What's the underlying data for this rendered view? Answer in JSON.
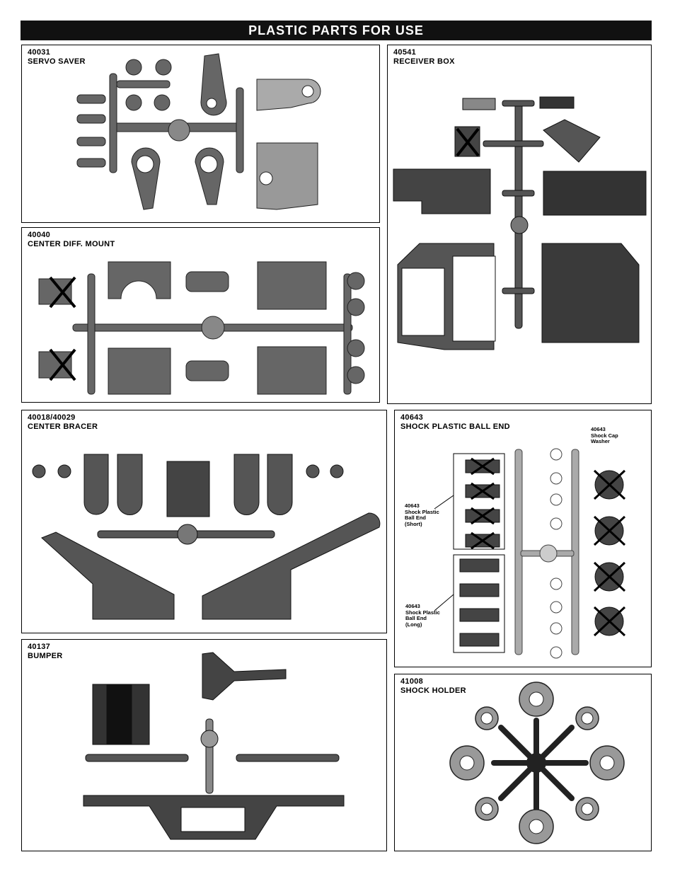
{
  "page": {
    "title": "PLASTIC PARTS FOR USE"
  },
  "panels": [
    {
      "code": "40031",
      "name": "SERVO SAVER"
    },
    {
      "code": "40541",
      "name": "RECEIVER BOX"
    },
    {
      "code": "40040",
      "name": "CENTER DIFF. MOUNT"
    },
    {
      "code": "40018/40029",
      "name": "CENTER BRACER"
    },
    {
      "code": "40643",
      "name": "SHOCK PLASTIC BALL END"
    },
    {
      "code": "40137",
      "name": "BUMPER"
    },
    {
      "code": "41008",
      "name": "SHOCK HOLDER"
    }
  ],
  "callouts": {
    "cap_washer": {
      "code": "40643",
      "line1": "Shock Cap",
      "line2": "Washer"
    },
    "ball_short": {
      "code": "40643",
      "line1": "Shock Plastic",
      "line2": "Ball End",
      "line3": "(Short)"
    },
    "ball_long": {
      "code": "40643",
      "line1": "Shock Plastic",
      "line2": "Ball End",
      "line3": "(Long)"
    }
  },
  "colors": {
    "title_bg": "#111111",
    "part_dark": "#555555",
    "part_mid": "#8a8a8a",
    "part_light": "#b5b5b5",
    "cross": "#000000"
  }
}
